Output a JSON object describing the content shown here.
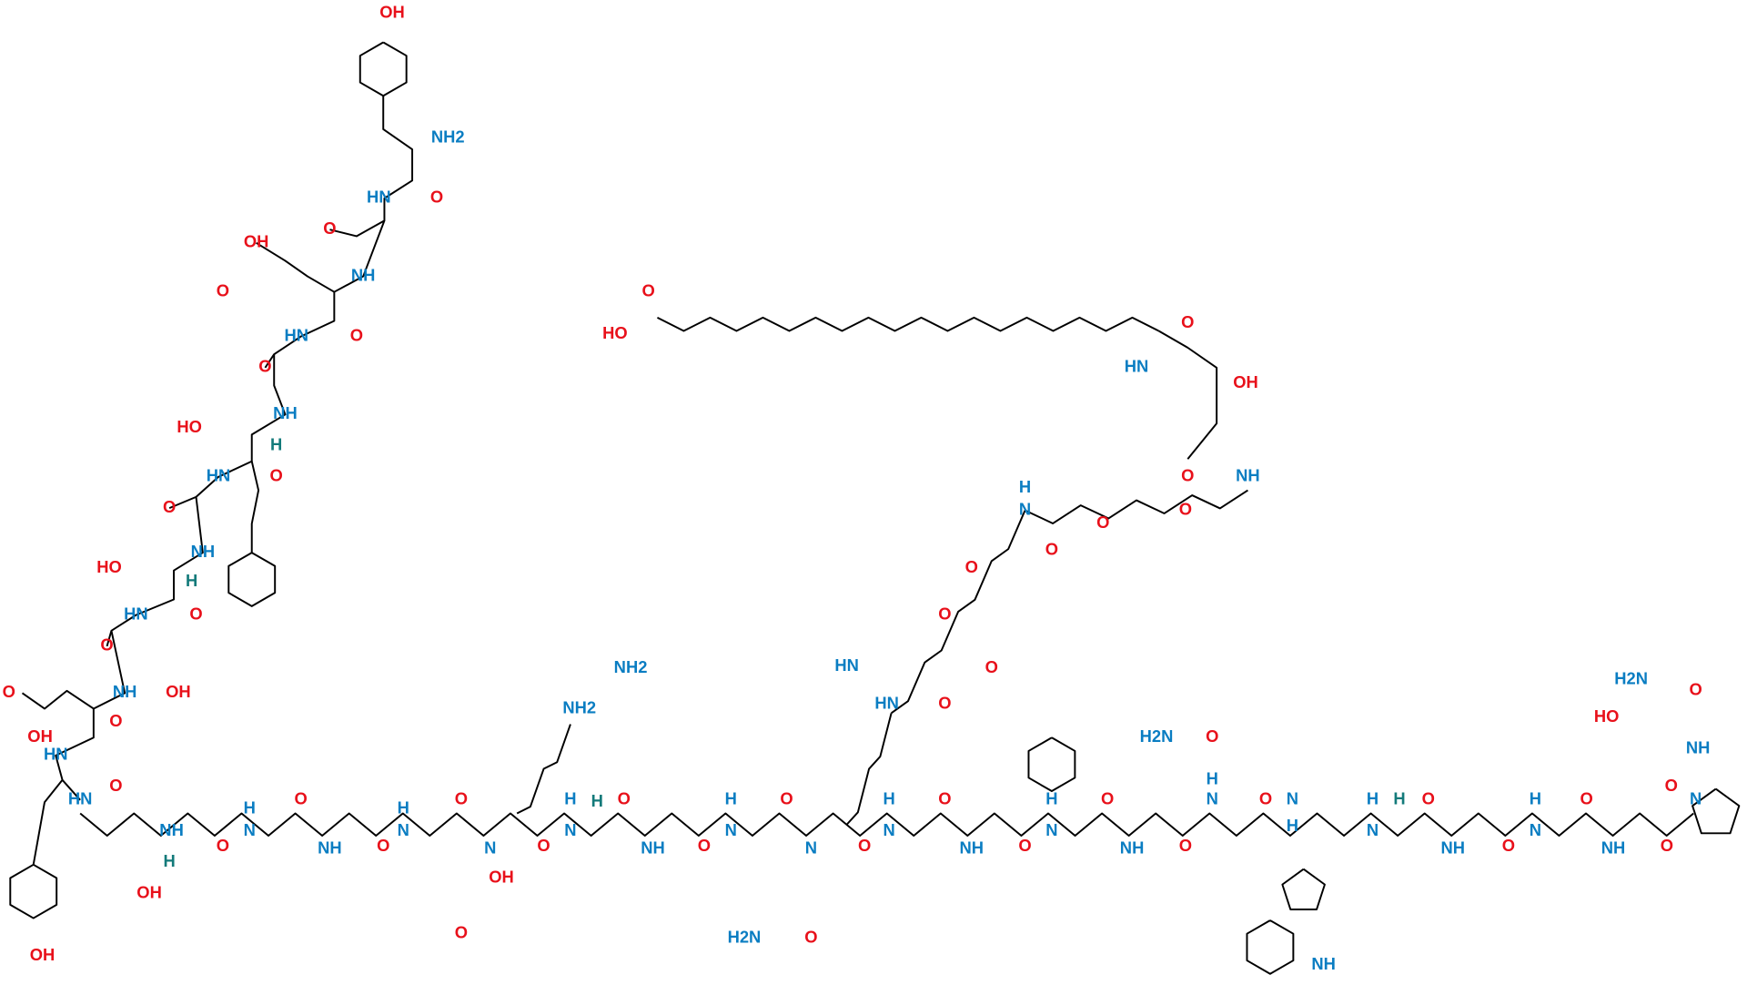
{
  "title": "Peptide structure with lipidated side chain",
  "colors": {
    "N": "#0a7dc2",
    "O": "#e8101a",
    "H": "#137a7a",
    "bond": "#000000"
  },
  "atoms": [
    {
      "text": "OH",
      "el": "O"
    },
    {
      "text": "NH2",
      "el": "N"
    },
    {
      "text": "HN",
      "el": "N"
    },
    {
      "text": "O",
      "el": "O"
    },
    {
      "text": "O",
      "el": "O"
    },
    {
      "text": "OH",
      "el": "O"
    },
    {
      "text": "O",
      "el": "O"
    },
    {
      "text": "NH",
      "el": "N"
    },
    {
      "text": "HN",
      "el": "N"
    },
    {
      "text": "O",
      "el": "O"
    },
    {
      "text": "O",
      "el": "O"
    },
    {
      "text": "HO",
      "el": "O"
    },
    {
      "text": "NH",
      "el": "N"
    },
    {
      "text": "H",
      "el": "H"
    },
    {
      "text": "HN",
      "el": "N"
    },
    {
      "text": "O",
      "el": "O"
    },
    {
      "text": "O",
      "el": "O"
    },
    {
      "text": "NH",
      "el": "N"
    },
    {
      "text": "HO",
      "el": "O"
    },
    {
      "text": "H",
      "el": "H"
    },
    {
      "text": "HN",
      "el": "N"
    },
    {
      "text": "O",
      "el": "O"
    },
    {
      "text": "O",
      "el": "O"
    },
    {
      "text": "NH",
      "el": "N"
    },
    {
      "text": "OH",
      "el": "O"
    },
    {
      "text": "O",
      "el": "O"
    },
    {
      "text": "OH",
      "el": "O"
    },
    {
      "text": "HN",
      "el": "N"
    },
    {
      "text": "O",
      "el": "O"
    },
    {
      "text": "HN",
      "el": "N"
    },
    {
      "text": "O",
      "el": "O"
    },
    {
      "text": "NH",
      "el": "N"
    },
    {
      "text": "H",
      "el": "H"
    },
    {
      "text": "O",
      "el": "O"
    },
    {
      "text": "OH",
      "el": "O"
    },
    {
      "text": "OH",
      "el": "O"
    },
    {
      "text": "H",
      "el": "N"
    },
    {
      "text": "N",
      "el": "N"
    },
    {
      "text": "O",
      "el": "O"
    },
    {
      "text": "NH",
      "el": "N"
    },
    {
      "text": "O",
      "el": "O"
    },
    {
      "text": "H",
      "el": "N"
    },
    {
      "text": "N",
      "el": "N"
    },
    {
      "text": "O",
      "el": "O"
    },
    {
      "text": "OH",
      "el": "O"
    },
    {
      "text": "O",
      "el": "O"
    },
    {
      "text": "NH2",
      "el": "N"
    },
    {
      "text": "N",
      "el": "N"
    },
    {
      "text": "O",
      "el": "O"
    },
    {
      "text": "H",
      "el": "N"
    },
    {
      "text": "N",
      "el": "N"
    },
    {
      "text": "H",
      "el": "H"
    },
    {
      "text": "O",
      "el": "O"
    },
    {
      "text": "NH",
      "el": "N"
    },
    {
      "text": "O",
      "el": "O"
    },
    {
      "text": "H",
      "el": "N"
    },
    {
      "text": "N",
      "el": "N"
    },
    {
      "text": "O",
      "el": "O"
    },
    {
      "text": "H2N",
      "el": "N"
    },
    {
      "text": "O",
      "el": "O"
    },
    {
      "text": "N",
      "el": "N"
    },
    {
      "text": "O",
      "el": "O"
    },
    {
      "text": "HN",
      "el": "N"
    },
    {
      "text": "O",
      "el": "O"
    },
    {
      "text": "H",
      "el": "N"
    },
    {
      "text": "N",
      "el": "N"
    },
    {
      "text": "O",
      "el": "O"
    },
    {
      "text": "NH",
      "el": "N"
    },
    {
      "text": "O",
      "el": "O"
    },
    {
      "text": "H",
      "el": "N"
    },
    {
      "text": "N",
      "el": "N"
    },
    {
      "text": "O",
      "el": "O"
    },
    {
      "text": "NH",
      "el": "N"
    },
    {
      "text": "O",
      "el": "O"
    },
    {
      "text": "H2N",
      "el": "N"
    },
    {
      "text": "O",
      "el": "O"
    },
    {
      "text": "H",
      "el": "N"
    },
    {
      "text": "N",
      "el": "N"
    },
    {
      "text": "O",
      "el": "O"
    },
    {
      "text": "N",
      "el": "N"
    },
    {
      "text": "H",
      "el": "N"
    },
    {
      "text": "NH",
      "el": "N"
    },
    {
      "text": "H",
      "el": "N"
    },
    {
      "text": "N",
      "el": "N"
    },
    {
      "text": "H",
      "el": "H"
    },
    {
      "text": "O",
      "el": "O"
    },
    {
      "text": "NH",
      "el": "N"
    },
    {
      "text": "O",
      "el": "O"
    },
    {
      "text": "H",
      "el": "N"
    },
    {
      "text": "N",
      "el": "N"
    },
    {
      "text": "O",
      "el": "O"
    },
    {
      "text": "NH",
      "el": "N"
    },
    {
      "text": "O",
      "el": "O"
    },
    {
      "text": "N",
      "el": "N"
    },
    {
      "text": "O",
      "el": "O"
    },
    {
      "text": "NH",
      "el": "N"
    },
    {
      "text": "HO",
      "el": "O"
    },
    {
      "text": "H2N",
      "el": "N"
    },
    {
      "text": "O",
      "el": "O"
    },
    {
      "text": "O",
      "el": "O"
    },
    {
      "text": "HO",
      "el": "O"
    },
    {
      "text": "O",
      "el": "O"
    },
    {
      "text": "HN",
      "el": "N"
    },
    {
      "text": "OH",
      "el": "O"
    },
    {
      "text": "O",
      "el": "O"
    },
    {
      "text": "NH",
      "el": "N"
    },
    {
      "text": "O",
      "el": "O"
    },
    {
      "text": "O",
      "el": "O"
    },
    {
      "text": "H",
      "el": "N"
    },
    {
      "text": "N",
      "el": "N"
    },
    {
      "text": "O",
      "el": "O"
    },
    {
      "text": "O",
      "el": "O"
    },
    {
      "text": "O",
      "el": "O"
    },
    {
      "text": "HN",
      "el": "N"
    },
    {
      "text": "NH2",
      "el": "N"
    },
    {
      "text": "O",
      "el": "O"
    }
  ]
}
